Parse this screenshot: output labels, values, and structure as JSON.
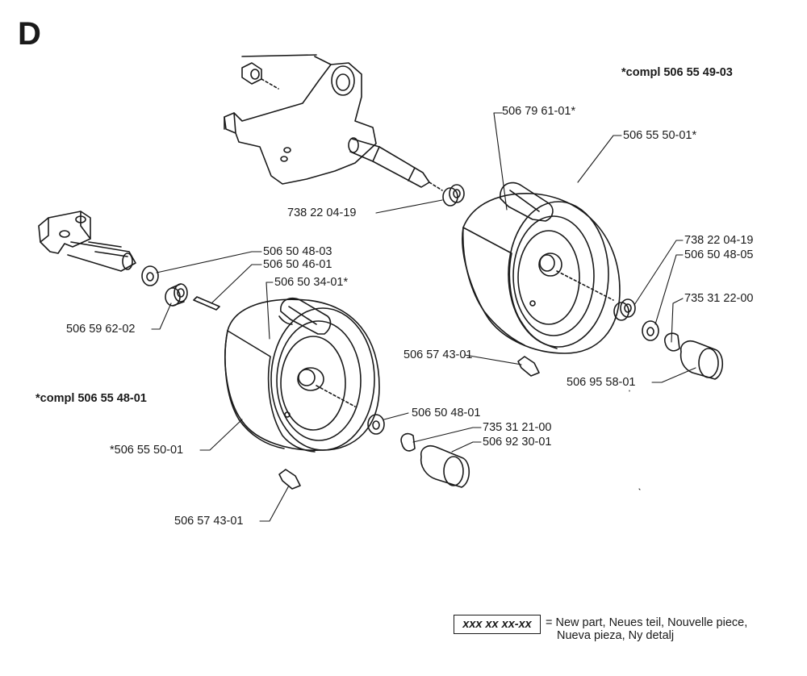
{
  "section": "D",
  "assemblies": {
    "right": "*compl 506 55 49-03",
    "left": "*compl 506 55 48-01"
  },
  "callouts": {
    "c1": "738 22 04-19",
    "c2": "506 79 61-01*",
    "c3": "506 55 50-01*",
    "c4": "738 22 04-19",
    "c5": "506 50 48-05",
    "c6": "735 31 22-00",
    "c7": "506 57 43-01",
    "c8": "506 95 58-01",
    "c9": "506 50 48-03",
    "c10": "506 50 46-01",
    "c11": "506 50 34-01*",
    "c12": "506 59 62-02",
    "c13": "506 50 48-01",
    "c14": "735 31 21-00",
    "c15": "506 92 30-01",
    "c16": "*506 55 50-01",
    "c17": "506 57 43-01"
  },
  "legend": {
    "sample": "xxx xx xx-xx",
    "line1": "= New part, Neues teil, Nouvelle piece,",
    "line2": "Nueva pieza, Ny detalj"
  }
}
